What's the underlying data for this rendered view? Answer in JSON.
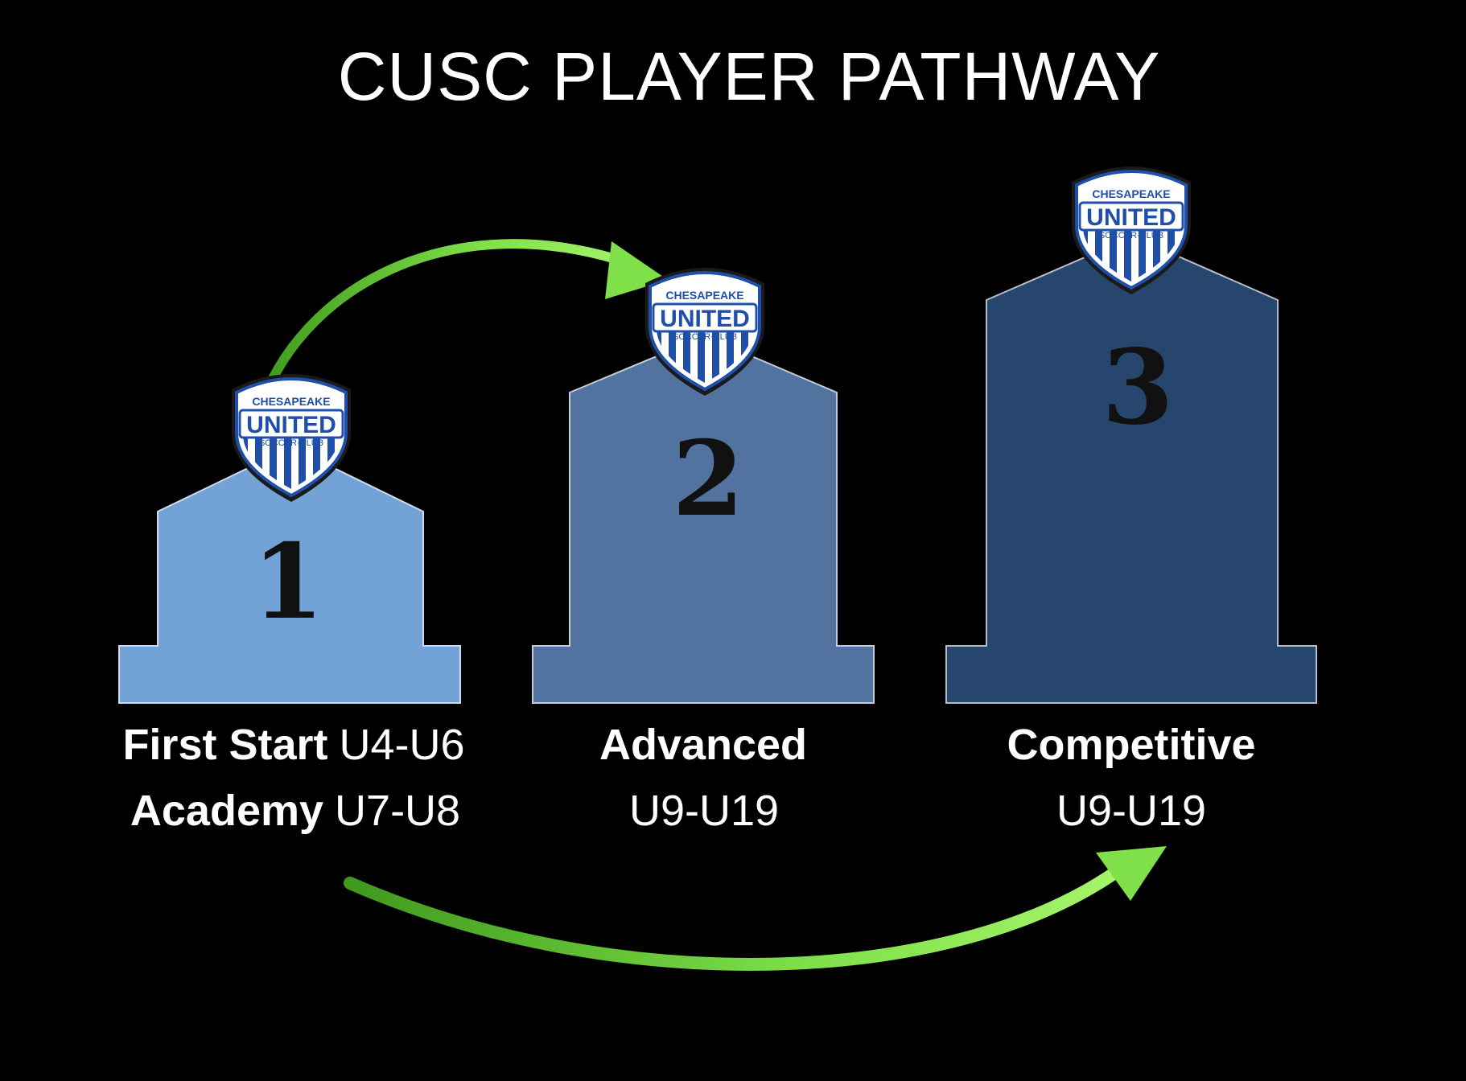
{
  "title": "CUSC PLAYER PATHWAY",
  "colors": {
    "background": "#000000",
    "step1": "#73a2d6",
    "step2": "#52739f",
    "step3": "#27466d",
    "arrow": "#7fe04a",
    "badge_blue": "#1f4fa8"
  },
  "badge": {
    "top": "CHESAPEAKE",
    "middle": "UNITED",
    "bottom": "SOCCER·CLUB"
  },
  "steps": [
    {
      "number": "1",
      "lines": [
        {
          "bold": "First Start",
          "regular": "U4-U6"
        },
        {
          "bold": "Academy",
          "regular": "U7-U8"
        }
      ]
    },
    {
      "number": "2",
      "name": "Advanced",
      "ages": "U9-U19"
    },
    {
      "number": "3",
      "name": "Competitive",
      "ages": "U9-U19"
    }
  ],
  "arrows": [
    {
      "from": "1",
      "to": "2"
    },
    {
      "from": "1",
      "to": "3"
    }
  ]
}
